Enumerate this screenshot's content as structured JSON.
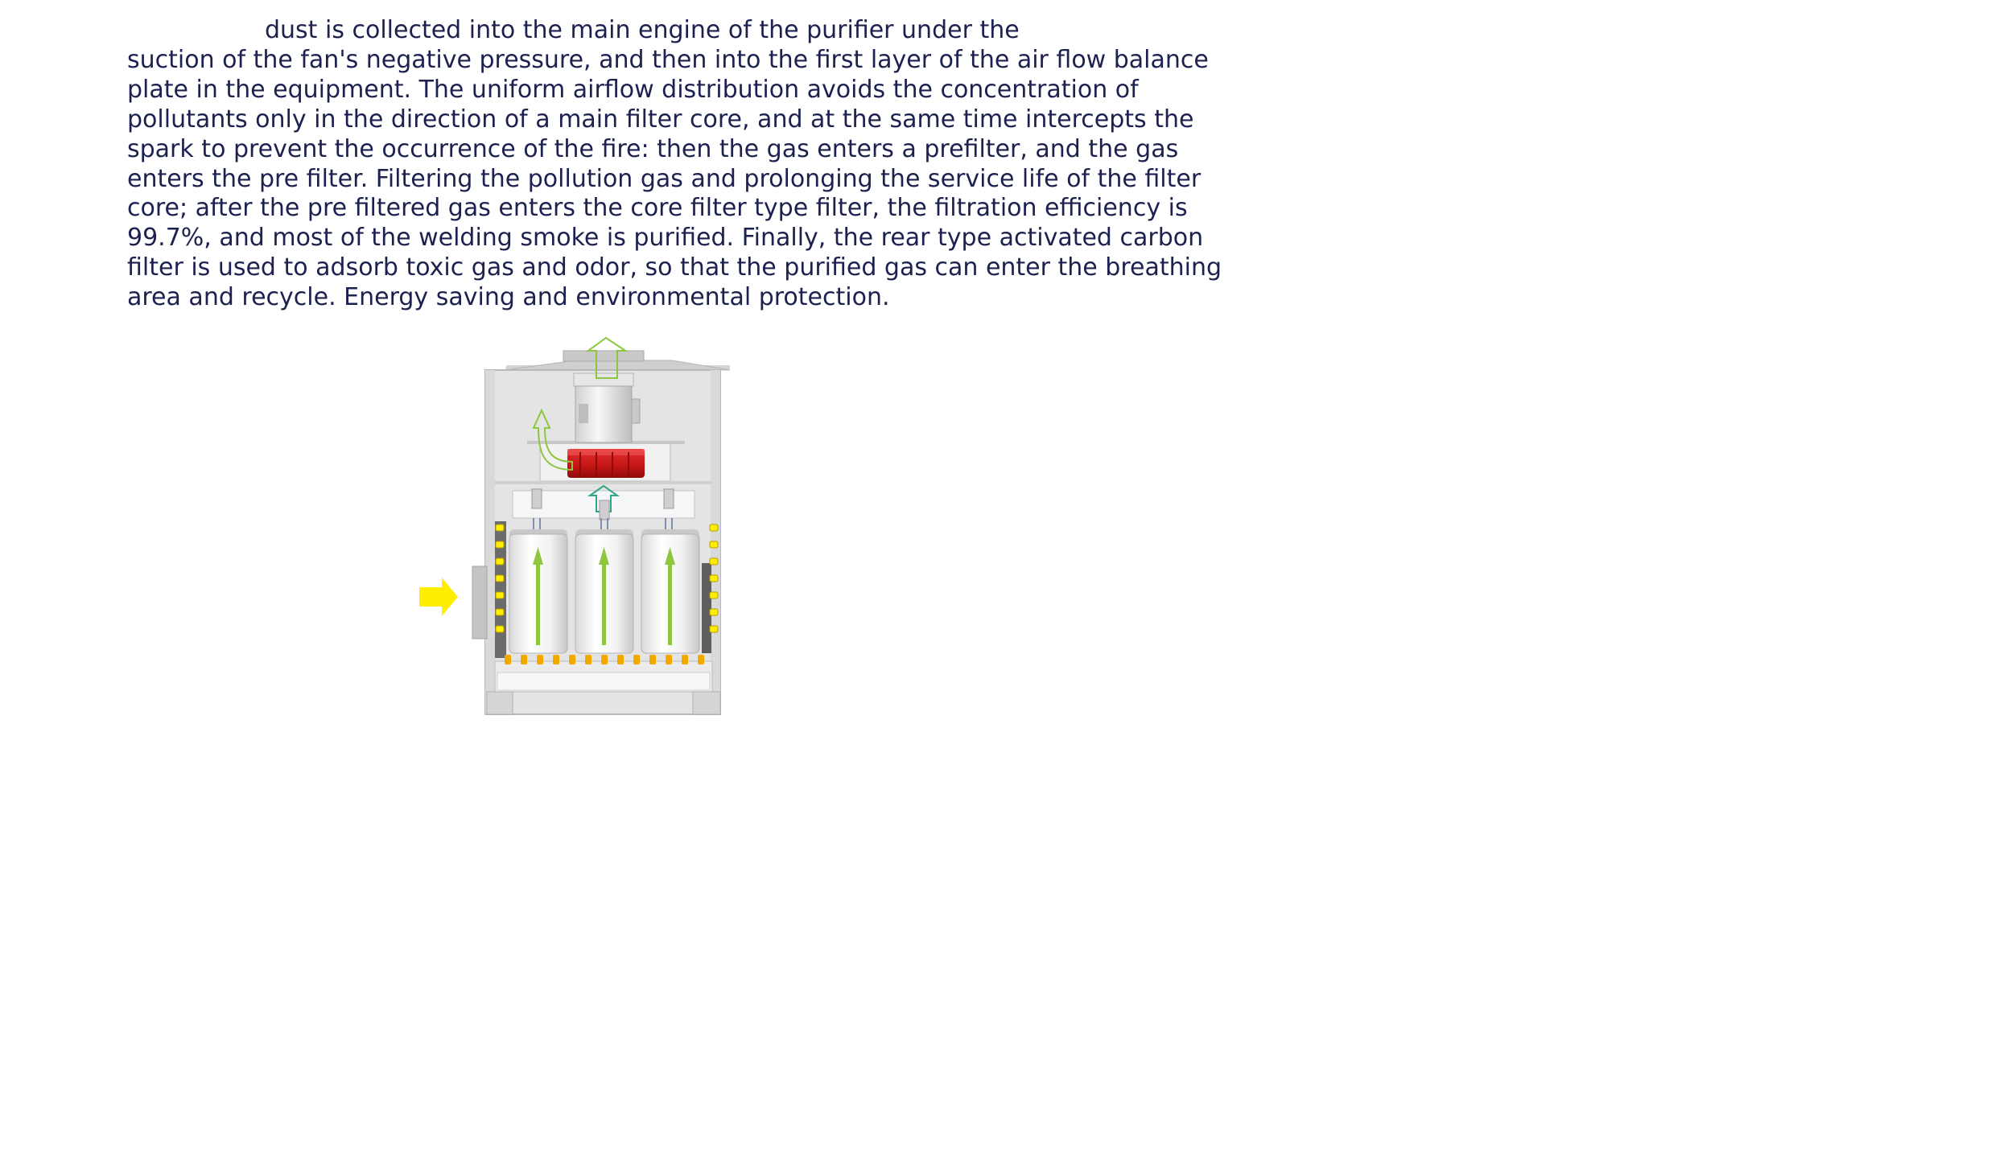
{
  "article": {
    "lines": [
      "dust is collected into the main engine of the purifier under the",
      "suction of the fan's negative pressure, and then into the first layer of the air flow balance",
      "plate in the equipment. The uniform airflow distribution avoids the concentration of",
      "pollutants only in the direction of a main filter core, and at the same time intercepts the",
      "spark to prevent the occurrence of the fire: then the gas enters a prefilter, and the gas",
      "enters the pre filter. Filtering the pollution gas and prolonging the service life of the filter",
      "core; after the pre filtered gas enters the core filter type filter, the filtration efficiency is",
      "99.7%, and most of the welding smoke is purified. Finally, the rear type activated carbon",
      "filter is used to adsorb toxic gas and odor, so that the purified gas can enter the breathing",
      "area and recycle. Energy saving and environmental protection."
    ]
  },
  "colors": {
    "text": "#1c2150",
    "cabinet": "#e4e4e4",
    "cabinet_edge": "#b9b9b9",
    "fan": "#cc1b1b",
    "airflow_arrow": "#8dc63f",
    "intake_arrow": "#ffee00",
    "clean_air_outline": "#8dc63f"
  },
  "diagram": {
    "icons": [
      "intake-arrow-icon",
      "exhaust-arrow-icon",
      "fan-icon",
      "motor-icon",
      "filter-cartridge-icon",
      "spark-arrestor-icon"
    ],
    "filter_count": 3
  }
}
